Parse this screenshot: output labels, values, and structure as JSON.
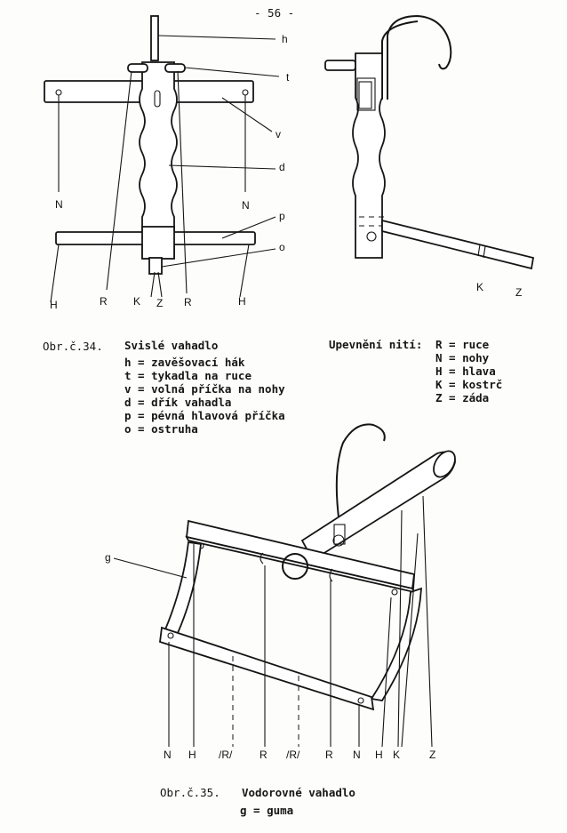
{
  "page_number": "- 56 -",
  "fig34": {
    "caption_num": "Obr.č.34.",
    "caption_title": "Svislé vahadlo",
    "legend": [
      "h = zavěšovací hák",
      "t = tykadla na ruce",
      "v = volná příčka na nohy",
      "d = dřík vahadla",
      "p = pévná hlavová příčka",
      "o = ostruha"
    ],
    "labels": {
      "h": "h",
      "t": "t",
      "v": "v",
      "d": "d",
      "N_left": "N",
      "N_right": "N",
      "p": "p",
      "o": "o",
      "H1": "H",
      "R1": "R",
      "K1": "K",
      "Z1": "Z",
      "R2": "R",
      "H2": "H",
      "K_side": "K",
      "Z_side": "Z"
    }
  },
  "threads": {
    "title": "Upevnění nití:",
    "first": "R = ruce",
    "items": [
      "N = nohy",
      "H = hlava",
      "K = kostrč",
      "Z = záda"
    ]
  },
  "fig35": {
    "caption_num": "Obr.č.35.",
    "caption_title": "Vodorovné vahadlo",
    "legend": "g = guma",
    "labels": {
      "g": "g",
      "bottom": [
        "N",
        "H",
        "/R/",
        "R",
        "/R/",
        "R",
        "N",
        "H",
        "K",
        "Z"
      ]
    }
  }
}
